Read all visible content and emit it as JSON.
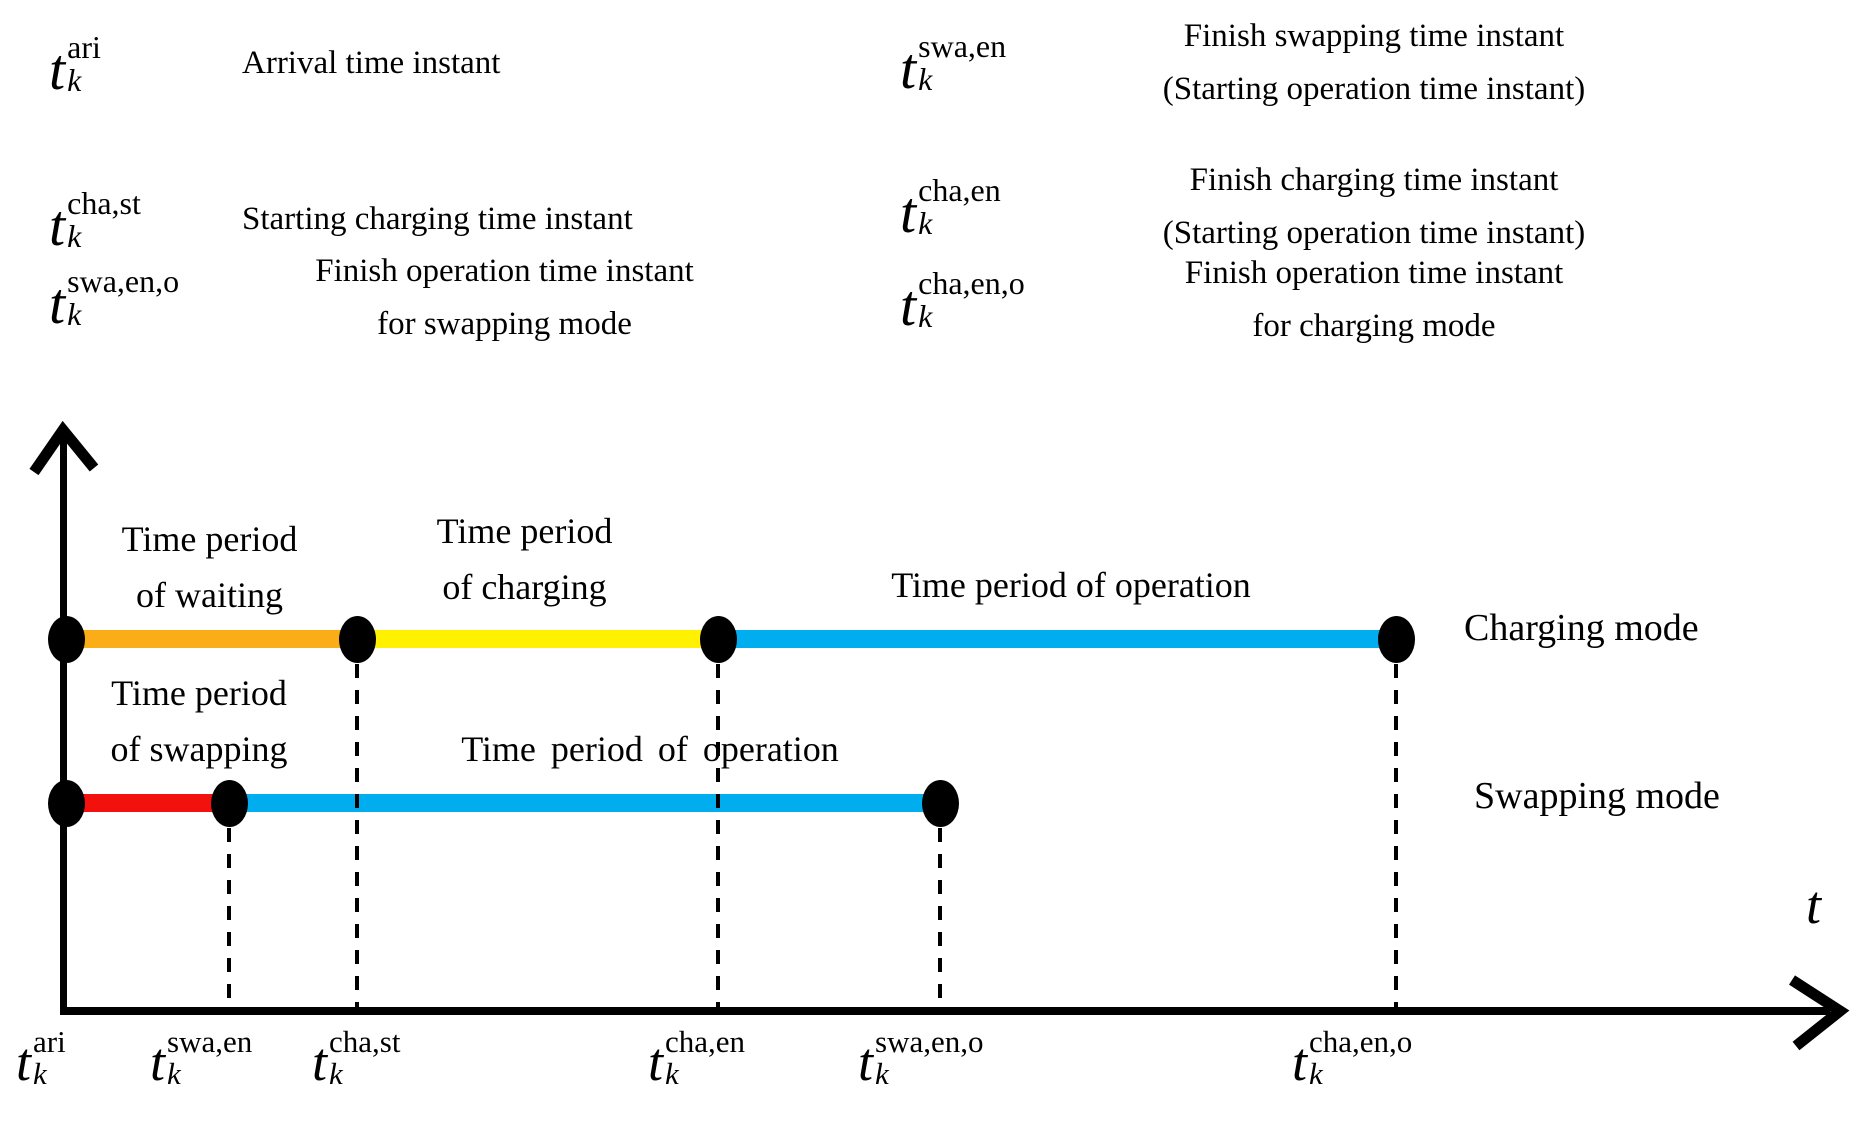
{
  "legend": {
    "items": [
      {
        "base": "t",
        "sub": "k",
        "sup": "ari",
        "line1": "Arrival time instant",
        "line2": ""
      },
      {
        "base": "t",
        "sub": "k",
        "sup": "cha,st",
        "line1": "Starting charging time instant",
        "line2": ""
      },
      {
        "base": "t",
        "sub": "k",
        "sup": "swa,en,o",
        "line1": "Finish operation time instant",
        "line2": "for swapping mode"
      },
      {
        "base": "t",
        "sub": "k",
        "sup": "swa,en",
        "line1": "Finish swapping time instant",
        "line2": "(Starting operation time instant)"
      },
      {
        "base": "t",
        "sub": "k",
        "sup": "cha,en",
        "line1": "Finish charging time instant",
        "line2": "(Starting operation time instant)"
      },
      {
        "base": "t",
        "sub": "k",
        "sup": "cha,en,o",
        "line1": "Finish operation time instant",
        "line2": "for charging mode"
      }
    ]
  },
  "diagram": {
    "axis_label": "t",
    "colors": {
      "waiting": "#FBAD18",
      "charging": "#FFF100",
      "operation": "#00AEEF",
      "swapping": "#F2110D",
      "ink": "#000000"
    },
    "labels": {
      "waiting_l1": "Time period",
      "waiting_l2": "of waiting",
      "charging_l1": "Time period",
      "charging_l2": "of charging",
      "operation_charging": "Time period of operation",
      "swapping_l1": "Time period",
      "swapping_l2": "of swapping",
      "operation_swapping": "Time period of operation",
      "mode_charging": "Charging mode",
      "mode_swapping": "Swapping mode"
    },
    "ticks": [
      {
        "base": "t",
        "sub": "k",
        "sup": "ari"
      },
      {
        "base": "t",
        "sub": "k",
        "sup": "swa,en"
      },
      {
        "base": "t",
        "sub": "k",
        "sup": "cha,st"
      },
      {
        "base": "t",
        "sub": "k",
        "sup": "cha,en"
      },
      {
        "base": "t",
        "sub": "k",
        "sup": "swa,en,o"
      },
      {
        "base": "t",
        "sub": "k",
        "sup": "cha,en,o"
      }
    ]
  }
}
